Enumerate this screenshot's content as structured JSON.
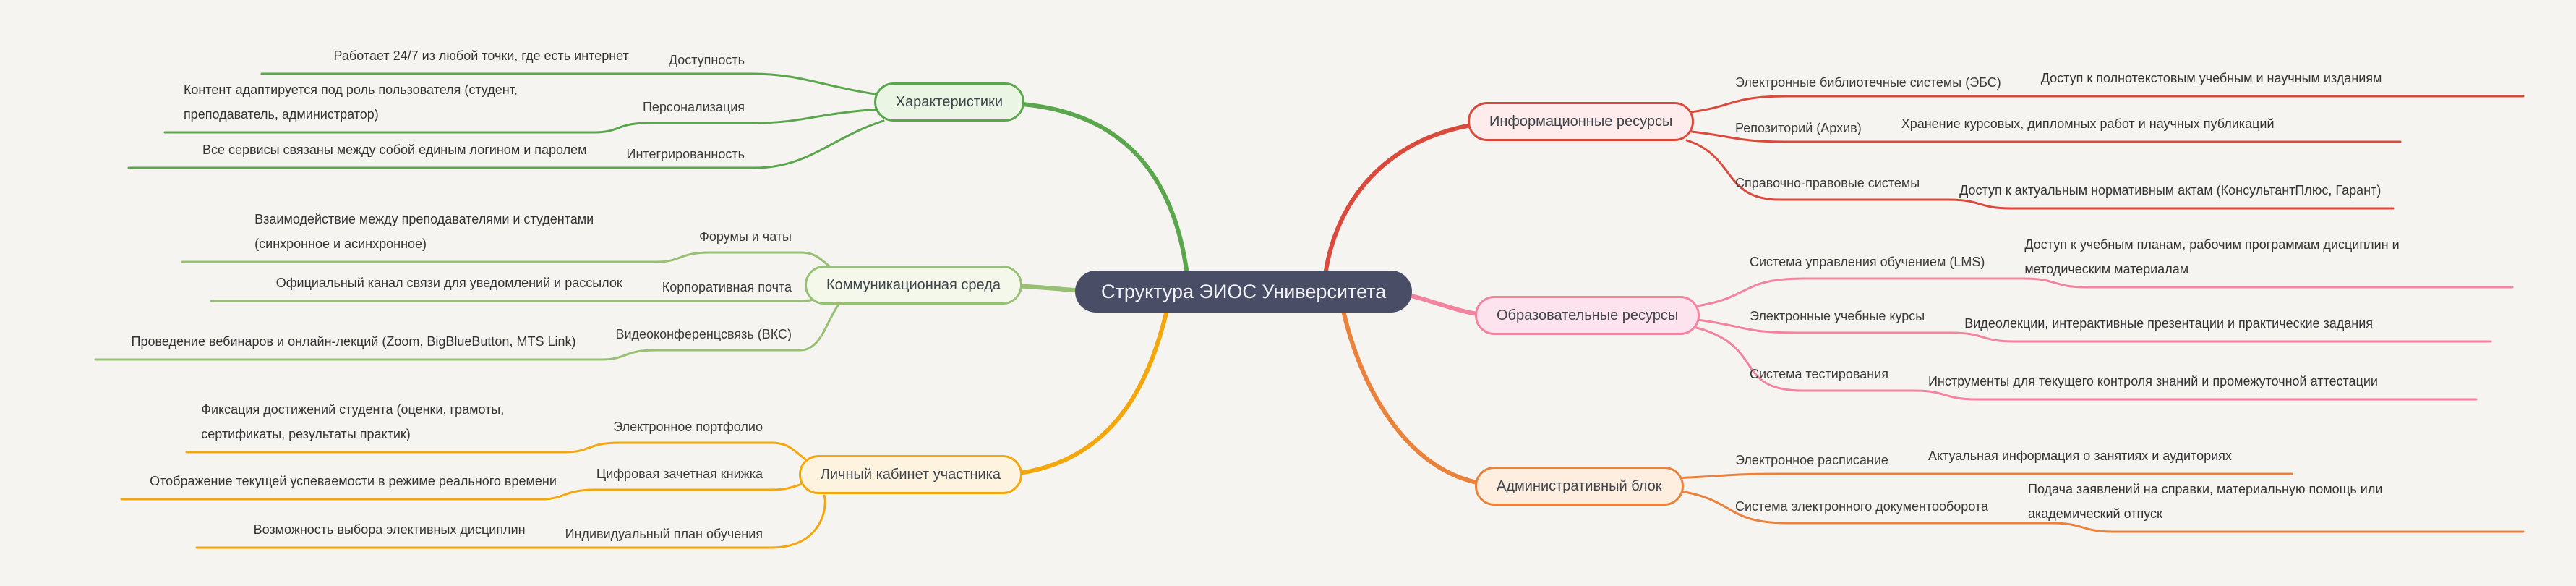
{
  "title": "Структура ЭИОС Университета",
  "style": {
    "background": "#f6f4f0",
    "central_node_color": "#494e66",
    "central_text_color": "#f1f2f6",
    "branch_colors": [
      "#5aa64c",
      "#97c073",
      "#f4a70b",
      "#d94a3c",
      "#f2849f",
      "#ea823b"
    ]
  },
  "branches": [
    {
      "side": "left",
      "label": "Характеристики",
      "color": "#5aa64c",
      "children": [
        {
          "topic": "Доступность",
          "desc": "Работает 24/7 из любой точки, где есть интернет"
        },
        {
          "topic": "Персонализация",
          "desc": "Контент адаптируется под роль пользователя (студент, преподаватель, администратор)"
        },
        {
          "topic": "Интегрированность",
          "desc": "Все сервисы связаны между собой единым логином и паролем"
        }
      ]
    },
    {
      "side": "left",
      "label": "Коммуникационная среда",
      "color": "#97c073",
      "children": [
        {
          "topic": "Форумы и чаты",
          "desc": "Взаимодействие между преподавателями и студентами (синхронное и асинхронное)"
        },
        {
          "topic": "Корпоративная почта",
          "desc": "Официальный канал связи для уведомлений и рассылок"
        },
        {
          "topic": "Видеоконференцсвязь (ВКС)",
          "desc": "Проведение вебинаров и онлайн-лекций (Zoom, BigBlueButton, MTS Link)"
        }
      ]
    },
    {
      "side": "left",
      "label": "Личный кабинет участника",
      "color": "#f4a70b",
      "children": [
        {
          "topic": "Электронное портфолио",
          "desc": "Фиксация достижений студента (оценки, грамоты, сертификаты, результаты практик)"
        },
        {
          "topic": "Цифровая зачетная книжка",
          "desc": "Отображение текущей успеваемости в режиме реального времени"
        },
        {
          "topic": "Индивидуальный план обучения",
          "desc": "Возможность выбора элективных дисциплин"
        }
      ]
    },
    {
      "side": "right",
      "label": "Информационные ресурсы",
      "color": "#d94a3c",
      "children": [
        {
          "topic": "Электронные библиотечные системы (ЭБС)",
          "desc": "Доступ к полнотекстовым учебным и научным изданиям"
        },
        {
          "topic": "Репозиторий (Архив)",
          "desc": "Хранение курсовых, дипломных работ и научных публикаций"
        },
        {
          "topic": "Справочно-правовые системы",
          "desc": "Доступ к актуальным нормативным актам (КонсультантПлюс, Гарант)"
        }
      ]
    },
    {
      "side": "right",
      "label": "Образовательные ресурсы",
      "color": "#f2849f",
      "children": [
        {
          "topic": "Система управления обучением (LMS)",
          "desc": "Доступ к учебным планам, рабочим программам дисциплин и методическим материалам"
        },
        {
          "topic": "Электронные учебные курсы",
          "desc": "Видеолекции, интерактивные презентации и практические задания"
        },
        {
          "topic": "Система тестирования",
          "desc": "Инструменты для текущего контроля знаний и промежуточной аттестации"
        }
      ]
    },
    {
      "side": "right",
      "label": "Административный блок",
      "color": "#ea823b",
      "children": [
        {
          "topic": "Электронное расписание",
          "desc": "Актуальная информация о занятиях и аудиториях"
        },
        {
          "topic": "Система электронного документооборота",
          "desc": "Подача заявлений на справки, материальную помощь или академический отпуск"
        }
      ]
    }
  ]
}
